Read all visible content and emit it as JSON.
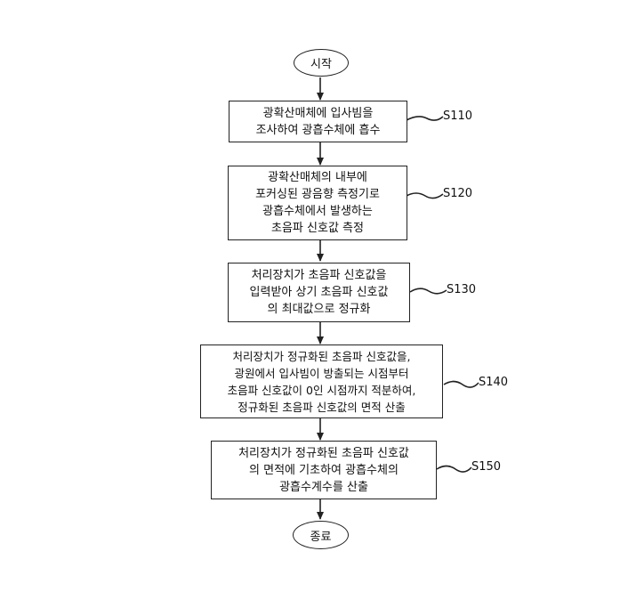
{
  "start": "시작",
  "end": "종료",
  "steps": [
    {
      "id": "S110",
      "lines": [
        "광확산매체에 입사빔을",
        "조사하여 광흡수체에 흡수"
      ]
    },
    {
      "id": "S120",
      "lines": [
        "광확산매체의 내부에",
        "포커싱된 광음향 측정기로",
        "광흡수체에서 발생하는",
        "초음파 신호값 측정"
      ]
    },
    {
      "id": "S130",
      "lines": [
        "처리장치가 초음파 신호값을",
        "입력받아 상기 초음파 신호값",
        "의 최대값으로 정규화"
      ]
    },
    {
      "id": "S140",
      "lines": [
        "처리장치가 정규화된 초음파 신호값을,",
        "광원에서 입사빔이 방출되는 시점부터",
        "초음파 신호값이 0인 시점까지 적분하여,",
        "정규화된 초음파 신호값의 면적 산출"
      ]
    },
    {
      "id": "S150",
      "lines": [
        "처리장치가 정규화된 초음파 신호값",
        "의 면적에 기초하여 광흡수체의",
        "광흡수계수를 산출"
      ]
    }
  ]
}
